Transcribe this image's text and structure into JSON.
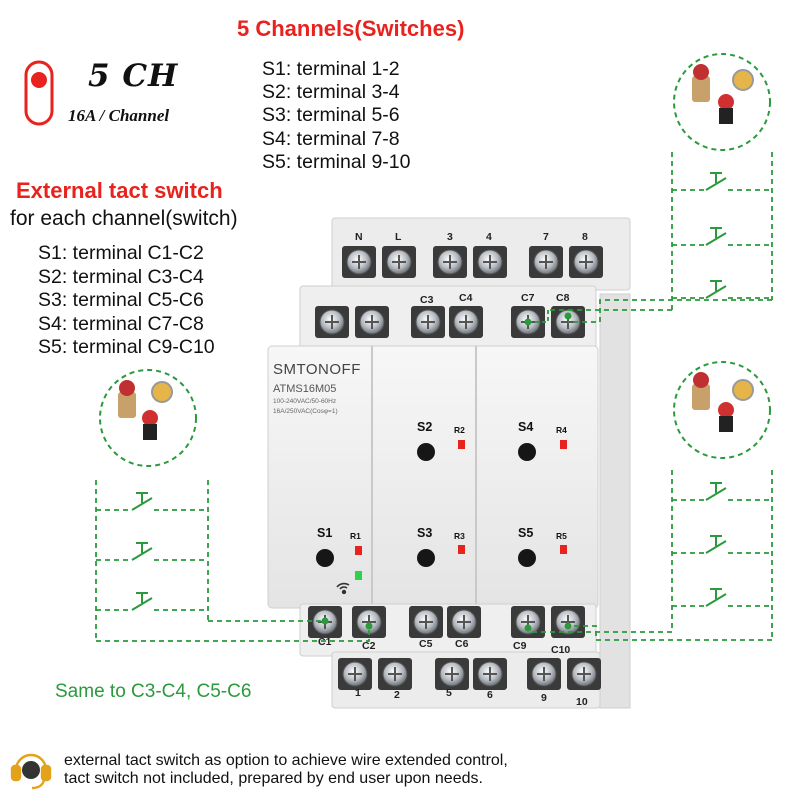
{
  "header": {
    "channels_title": "5 Channels(Switches)",
    "channel_terminals": [
      "S1: terminal 1-2",
      "S2: terminal 3-4",
      "S3: terminal 5-6",
      "S4: terminal 7-8",
      "S5: terminal 9-10"
    ]
  },
  "badge": {
    "big": "5 CH",
    "small": "16A / Channel"
  },
  "external": {
    "title": "External tact switch",
    "subtitle": "for each channel(switch)",
    "terminals": [
      "S1: terminal C1-C2",
      "S2: terminal C3-C4",
      "S3: terminal C5-C6",
      "S4: terminal C7-C8",
      "S5: terminal C9-C10"
    ]
  },
  "device": {
    "brand": "SMTONOFF",
    "model": "ATMS16M05",
    "spec_line1": "100-240VAC/50-60Hz",
    "spec_line2": "16A/250VAC(Cosφ=1)",
    "top_terminals": [
      "N",
      "L",
      "3",
      "4",
      "7",
      "8"
    ],
    "upper_control_terminals": [
      "C3",
      "C4",
      "C7",
      "C8"
    ],
    "lower_control_terminals": [
      "C1",
      "C2",
      "C5",
      "C6",
      "C9",
      "C10"
    ],
    "bottom_terminals": [
      "1",
      "2",
      "5",
      "6",
      "9",
      "10"
    ],
    "switches": [
      "S1",
      "S2",
      "S3",
      "S4",
      "S5"
    ],
    "relays": [
      "R1",
      "R2",
      "R3",
      "R4",
      "R5"
    ]
  },
  "same_note": "Same to C3-C4, C5-C6",
  "footer_note": [
    "external tact switch as option to achieve wire extended control,",
    "tact switch not included, prepared by end user upon needs."
  ],
  "colors": {
    "accent_red": "#e8231e",
    "wire_green": "#2a9a3c",
    "led_red": "#e8231e",
    "led_green": "#2fd14a"
  },
  "icons": [
    "toggle-icon",
    "support-headset-icon",
    "wifi-icon",
    "push-button-photo-icon"
  ]
}
